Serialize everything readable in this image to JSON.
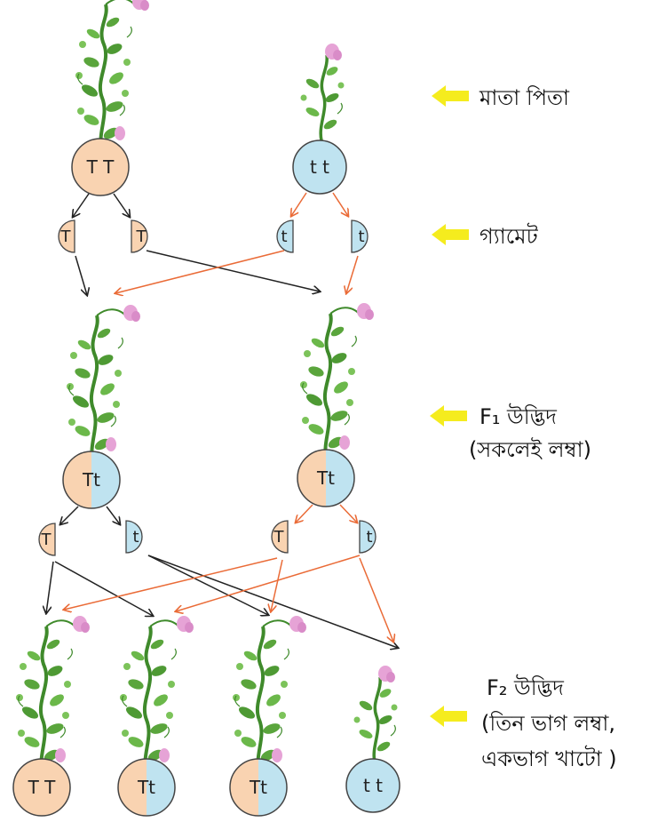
{
  "colors": {
    "tall_allele": "#f9d3b1",
    "short_allele": "#bfe3f0",
    "stroke": "#444444",
    "dominant_arrow": "#222222",
    "recessive_arrow": "#ea6b37",
    "pointer": "#f5ec1e",
    "leaf": "#5aa53c",
    "flower": "#e6a3d6"
  },
  "icons": {
    "plant": "pea-plant-icon",
    "pointer": "yellow-left-arrow-icon"
  },
  "labels": {
    "parents": "মাতা পিতা",
    "gametes": "গ্যামেট",
    "f1_title": "F₁ উদ্ভিদ",
    "f1_note": "(সকলেই লম্বা)",
    "f2_title": "F₂ উদ্ভিদ",
    "f2_note1": "(তিন ভাগ লম্বা,",
    "f2_note2": "একভাগ খাটো )"
  },
  "parents": [
    {
      "genotype": "T T",
      "type": "tall"
    },
    {
      "genotype": "t t",
      "type": "short"
    }
  ],
  "parent_gametes": [
    "T",
    "T",
    "t",
    "t"
  ],
  "f1": [
    {
      "genotype": "Tt",
      "type": "hybrid"
    },
    {
      "genotype": "Tt",
      "type": "hybrid"
    }
  ],
  "f1_gametes": [
    "T",
    "t",
    "T",
    "t"
  ],
  "f2": [
    {
      "genotype": "T T",
      "type": "tall"
    },
    {
      "genotype": "Tt",
      "type": "hybrid"
    },
    {
      "genotype": "Tt",
      "type": "hybrid"
    },
    {
      "genotype": "t t",
      "type": "short"
    }
  ]
}
